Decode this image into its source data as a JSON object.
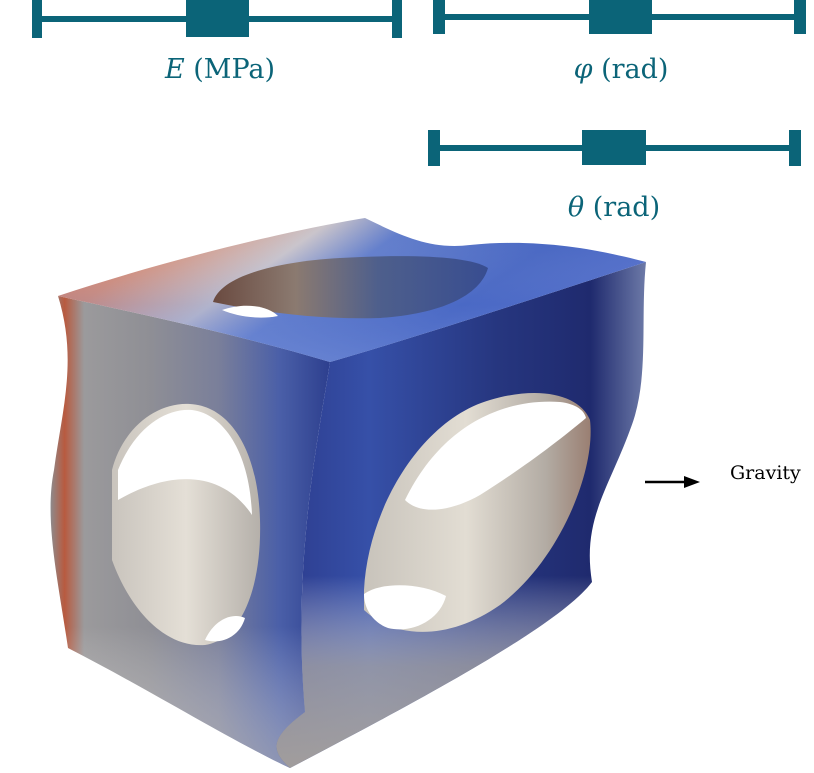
{
  "parameters": [
    {
      "symbol": "E",
      "unit": "(MPa)"
    },
    {
      "symbol": "φ",
      "unit": "(rad)"
    },
    {
      "symbol": "θ",
      "unit": "(rad)"
    }
  ],
  "gravity": {
    "label": "Gravity",
    "direction": "right"
  },
  "colors": {
    "accent": "#0b6478",
    "surface_high": "#d8694a",
    "surface_low": "#1f2f7a",
    "surface_mid": "#ddd8cc"
  }
}
